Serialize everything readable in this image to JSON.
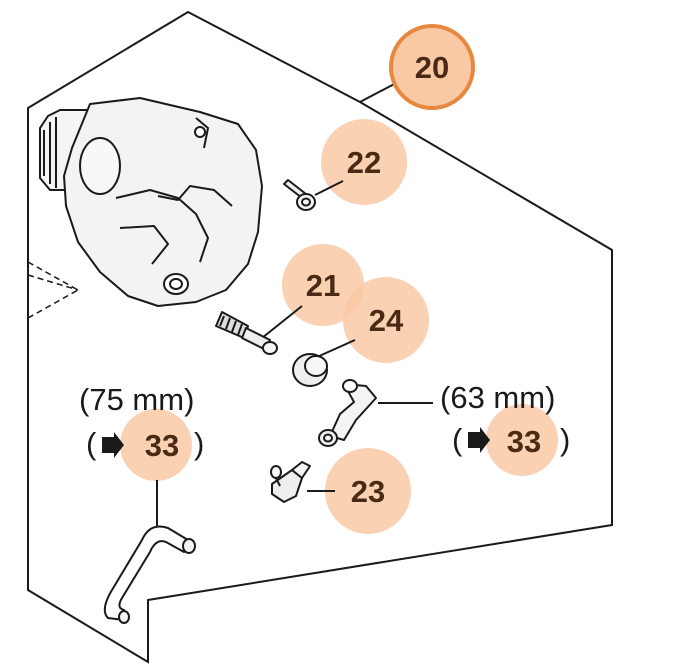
{
  "callouts": {
    "main": "20",
    "part_22": "22",
    "part_21": "21",
    "part_24": "24",
    "part_23": "23",
    "ref_left": "33",
    "ref_right": "33"
  },
  "hose_left": {
    "length": "(75 mm)",
    "paren_open": "(",
    "paren_close": ")"
  },
  "hose_right": {
    "length": "(63 mm)",
    "paren_open": "(",
    "paren_close": ")"
  },
  "colors": {
    "callout_fill": "#f9c9a6",
    "callout_main_ring": "#e8883e",
    "callout_text": "#4a2a14",
    "line": "#1a1a1a"
  },
  "icons": {
    "arrow": "arrow-right-icon"
  }
}
